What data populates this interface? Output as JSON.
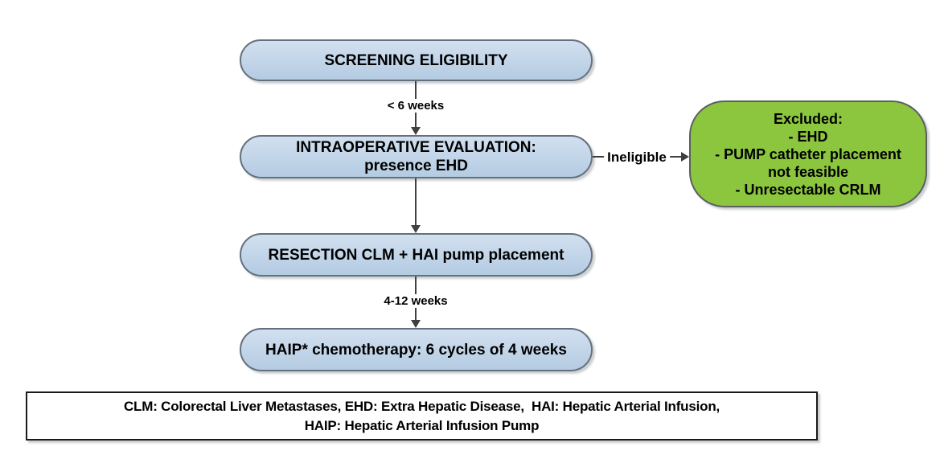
{
  "diagram": {
    "nodes": {
      "screening": {
        "label": "SCREENING ELIGIBILITY"
      },
      "intraoperative": {
        "line1": "INTRAOPERATIVE EVALUATION:",
        "line2": "presence EHD"
      },
      "excluded": {
        "lines": [
          "Excluded:",
          "- EHD",
          "- PUMP catheter placement",
          "not feasible",
          "- Unresectable CRLM"
        ]
      },
      "resection": {
        "label": "RESECTION CLM + HAI pump placement"
      },
      "haip": {
        "label": "HAIP* chemotherapy: 6 cycles of 4 weeks"
      }
    },
    "edges": {
      "screening_to_intraoperative": {
        "label": "< 6 weeks"
      },
      "intraoperative_to_excluded": {
        "label": "Ineligible"
      },
      "resection_to_haip": {
        "label": "4-12 weeks"
      }
    },
    "legend": {
      "line1": "CLM: Colorectal Liver Metastases, EHD: Extra Hepatic Disease,  HAI: Hepatic Arterial Infusion,",
      "line2": "HAIP: Hepatic Arterial Infusion Pump"
    },
    "colors": {
      "canvas_bg": "#ffffff",
      "node_fill_top": "#d2e0f0",
      "node_fill_bottom": "#b4cbe2",
      "node_border": "#64707c",
      "excluded_fill": "#8cc63e",
      "excluded_border": "#5a5f64",
      "arrow": "#404040"
    }
  }
}
